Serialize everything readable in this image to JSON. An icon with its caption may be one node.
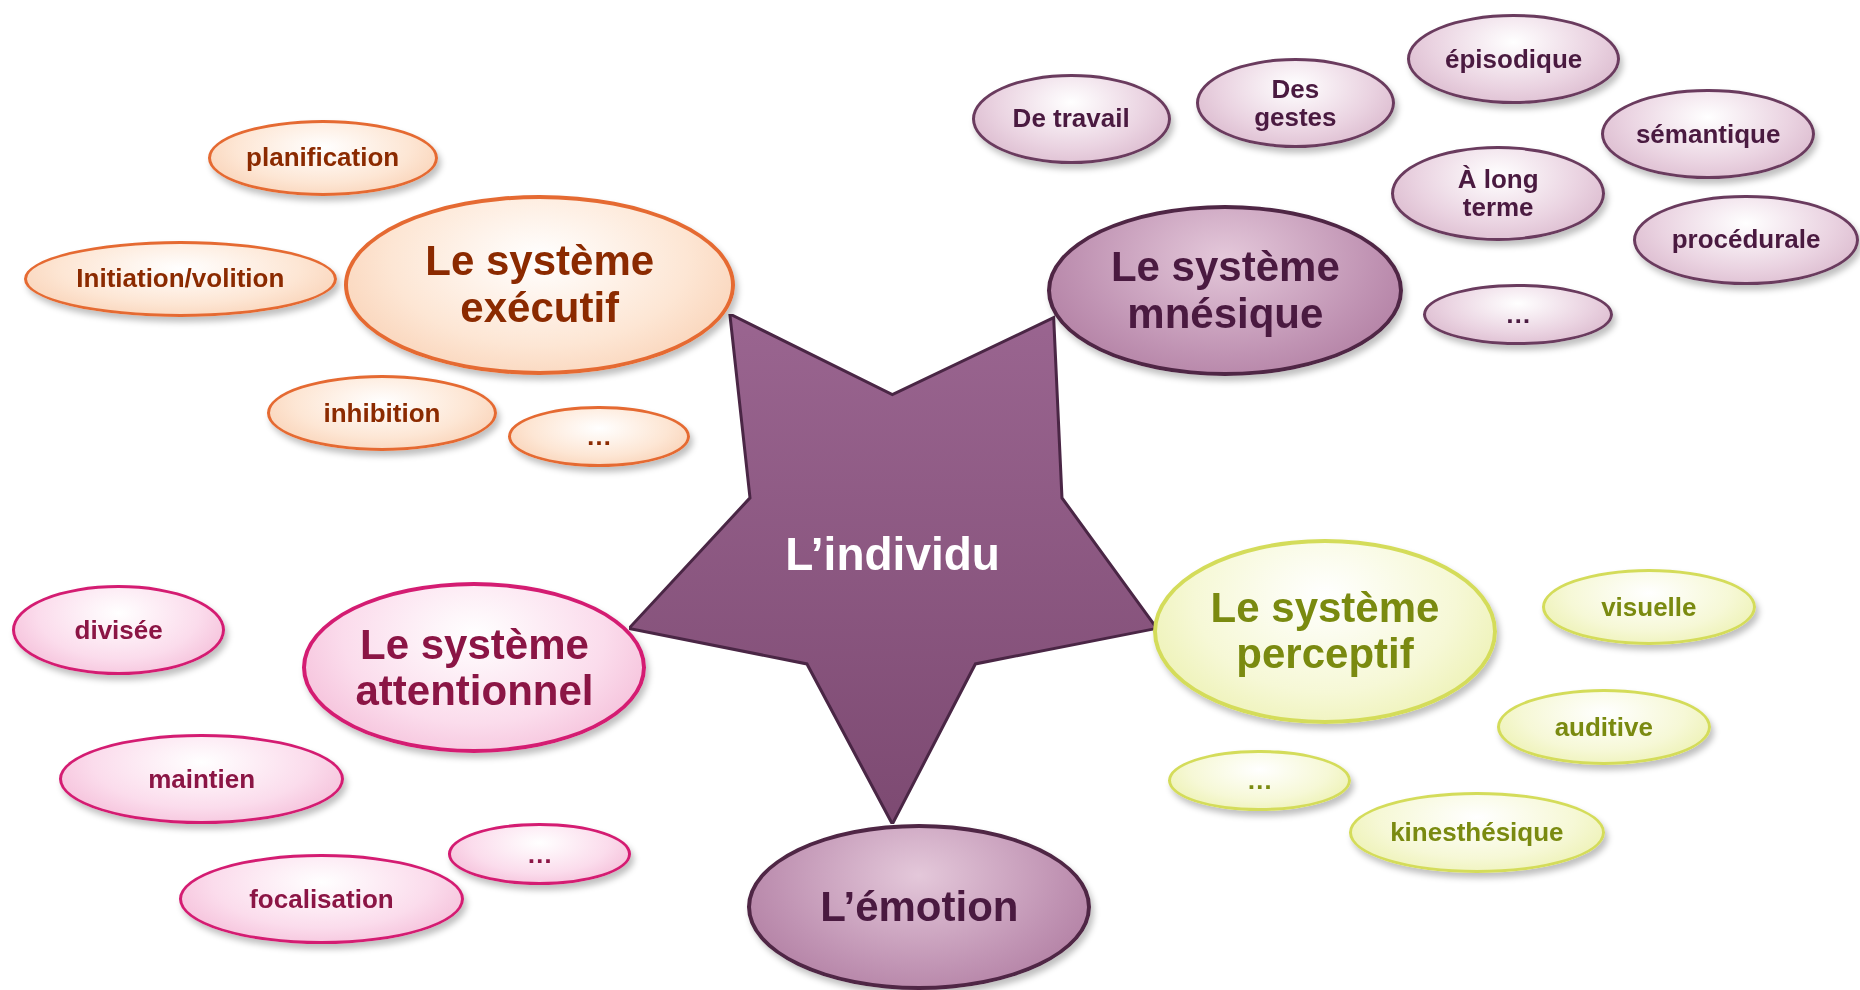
{
  "diagram": {
    "nodes": [
      {
        "text": [
          "L’individu"
        ]
      },
      {
        "text": [
          "Le système exécutif"
        ]
      },
      {
        "text": [
          "planification"
        ]
      },
      {
        "text": [
          "Initiation/volition"
        ]
      },
      {
        "text": [
          "inhibition"
        ]
      },
      {
        "text": [
          "…"
        ]
      },
      {
        "text": [
          "Le système mnésique"
        ]
      },
      {
        "text": [
          "De travail"
        ]
      },
      {
        "text": [
          "Des gestes"
        ]
      },
      {
        "text": [
          "épisodique"
        ]
      },
      {
        "text": [
          "sémantique"
        ]
      },
      {
        "text": [
          "À long terme"
        ]
      },
      {
        "text": [
          "procédurale"
        ]
      },
      {
        "text": [
          "…"
        ]
      },
      {
        "text": [
          "Le système attentionnel"
        ]
      },
      {
        "text": [
          "divisée"
        ]
      },
      {
        "text": [
          "maintien"
        ]
      },
      {
        "text": [
          "…"
        ]
      },
      {
        "text": [
          "focalisation"
        ]
      },
      {
        "text": [
          "Le système perceptif"
        ]
      },
      {
        "text": [
          "visuelle"
        ]
      },
      {
        "text": [
          "auditive"
        ]
      },
      {
        "text": [
          "…"
        ]
      },
      {
        "text": [
          "kinesthésique"
        ]
      },
      {
        "text": [
          "L’émotion"
        ]
      }
    ]
  }
}
